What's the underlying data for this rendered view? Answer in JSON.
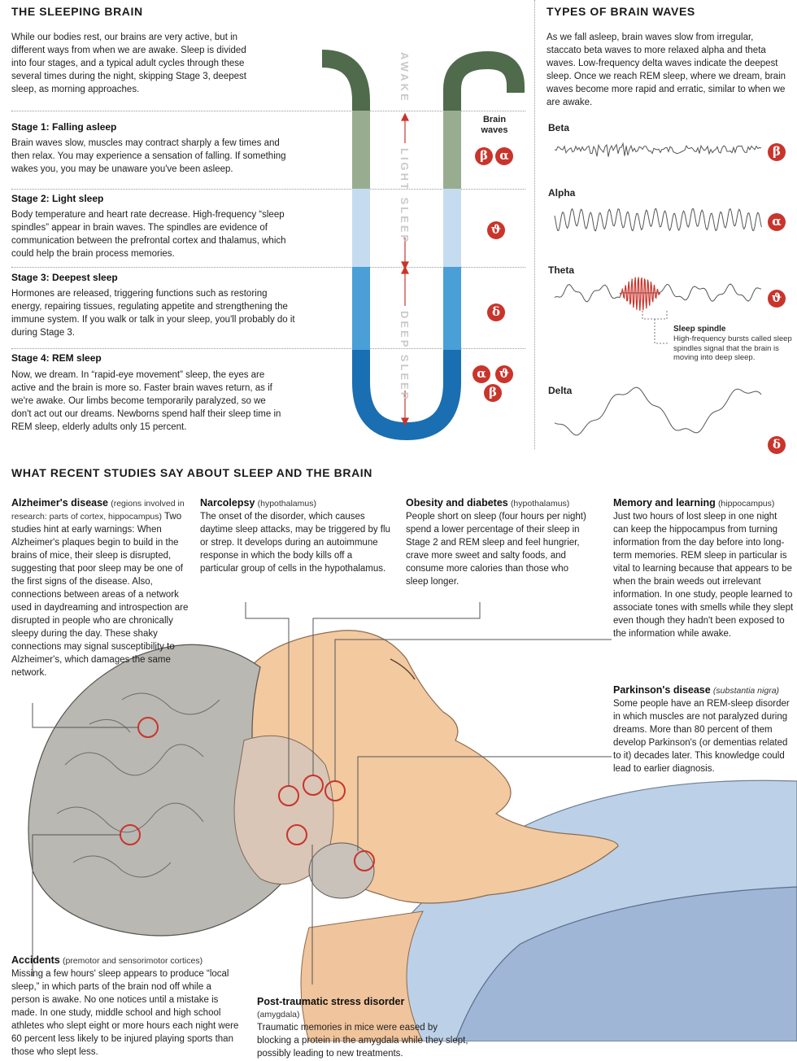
{
  "left_panel": {
    "title": "THE SLEEPING BRAIN",
    "intro": "While our bodies rest, our brains are very active, but in different ways from when we are awake. Sleep is divided into four stages, and a typical adult cycles through these several times during the night, skipping Stage 3, deepest sleep, as morning approaches.",
    "stages": [
      {
        "title": "Stage 1: Falling asleep",
        "body": "Brain waves slow, muscles may contract sharply a few times and then relax. You may experience a sensation of falling. If something wakes you, you may be unaware you've been asleep."
      },
      {
        "title": "Stage 2: Light sleep",
        "body": "Body temperature and heart rate decrease. High-frequency “sleep spindles” appear in brain waves. The spindles are evidence of communication between the prefrontal cortex and thalamus, which could help the brain process memories."
      },
      {
        "title": "Stage 3: Deepest sleep",
        "body": "Hormones are released, triggering functions such as restoring energy, repairing tissues, regulating appetite and strengthening the immune system. If you walk or talk in your sleep, you'll probably do it during Stage 3."
      },
      {
        "title": "Stage 4: REM sleep",
        "body": "Now, we dream. In “rapid-eye movement” sleep, the eyes are active and the brain is more so. Faster brain waves return, as if we're awake. Our limbs become temporarily paralyzed, so we don't act out our dreams. Newborns spend half their sleep time in REM sleep, elderly adults only 15 percent."
      }
    ],
    "tube_labels": {
      "awake": "AWAKE",
      "light": "LIGHT SLEEP",
      "deep": "DEEP SLEEP"
    },
    "brain_waves_label": "Brain waves",
    "stage_symbols": [
      [
        "β",
        "α"
      ],
      [
        "ϑ"
      ],
      [
        "δ"
      ],
      [
        "α",
        "ϑ",
        "β"
      ]
    ]
  },
  "right_panel": {
    "title": "TYPES OF BRAIN WAVES",
    "intro": "As we fall asleep, brain waves slow from irregular, staccato beta waves to more relaxed alpha and theta waves. Low-frequency delta waves indicate the deepest sleep. Once we reach REM sleep, where we dream, brain waves become more rapid and erratic, similar to when we are awake.",
    "waves": [
      {
        "name": "Beta",
        "symbol": "β"
      },
      {
        "name": "Alpha",
        "symbol": "α"
      },
      {
        "name": "Theta",
        "symbol": "ϑ"
      },
      {
        "name": "Delta",
        "symbol": "δ"
      }
    ],
    "spindle_title": "Sleep spindle",
    "spindle_body": "High-frequency bursts called sleep spindles signal that the brain is moving into deep sleep."
  },
  "studies": {
    "title": "WHAT RECENT STUDIES SAY ABOUT SLEEP AND THE BRAIN",
    "items": {
      "alzheimers": {
        "title": "Alzheimer's disease",
        "region": "(regions involved in research: parts of cortex, hippocampus)",
        "body": "Two studies hint at early warnings: When Alzheimer's plaques begin to build in the brains of mice, their sleep is disrupted, suggesting that poor sleep may be one of the first signs of the disease. Also, connections between areas of a network used in daydreaming and introspection are disrupted in people who are chronically sleepy during the day. These shaky connections may signal susceptibility to Alzheimer's, which damages the same network."
      },
      "narcolepsy": {
        "title": "Narcolepsy",
        "region": "(hypothalamus)",
        "body": "The onset of the disorder, which causes daytime sleep attacks, may be triggered by flu or strep. It develops during an autoimmune response in which the body kills off a particular group of cells in the hypothalamus."
      },
      "obesity": {
        "title": "Obesity and diabetes",
        "region": "(hypothalamus)",
        "body": "People short on sleep (four hours per night) spend a lower percentage of their sleep in Stage 2 and REM sleep and feel hungrier, crave more sweet and salty foods, and consume more calories than those who sleep longer."
      },
      "memory": {
        "title": "Memory and learning",
        "region": "(hippocampus)",
        "body": "Just two hours of lost sleep in one night can keep the hippocampus from turning information from the day before into long-term memories. REM sleep in particular is vital to learning because that appears to be when the brain weeds out irrelevant information. In one study, people learned to associate tones with smells while they slept even though they hadn't been exposed to the information while awake."
      },
      "parkinsons": {
        "title": "Parkinson's disease",
        "region": "(substantia nigra)",
        "body": "Some people have an REM-sleep disorder in which muscles are not paralyzed during dreams. More than 80 percent of them develop Parkinson's (or dementias related to it) decades later. This knowledge could lead to earlier diagnosis."
      },
      "accidents": {
        "title": "Accidents",
        "region": "(premotor and sensorimotor cortices)",
        "body": "Missing a few hours' sleep appears to produce “local sleep,” in which parts of the brain nod off while a person is awake. No one notices until a mistake is made. In one study, middle school and high school athletes who slept eight or more hours each night were 60 percent less likely to be injured playing sports than those who slept less."
      },
      "ptsd": {
        "title": "Post-traumatic stress disorder",
        "region": "(amygdala)",
        "body": "Traumatic memories in mice were eased by blocking a protein in the amygdala while they slept, possibly leading to new treatments."
      }
    }
  },
  "colors": {
    "awake": "#4f6b4c",
    "stage1": "#98ad8f",
    "stage2": "#c5dcf0",
    "stage3": "#4a9fd6",
    "rem": "#1a6eb2",
    "accent_red": "#c9342b",
    "skin": "#f3c9a0",
    "hair": "#b9b8b3",
    "pillow": "#bcd1e8"
  }
}
